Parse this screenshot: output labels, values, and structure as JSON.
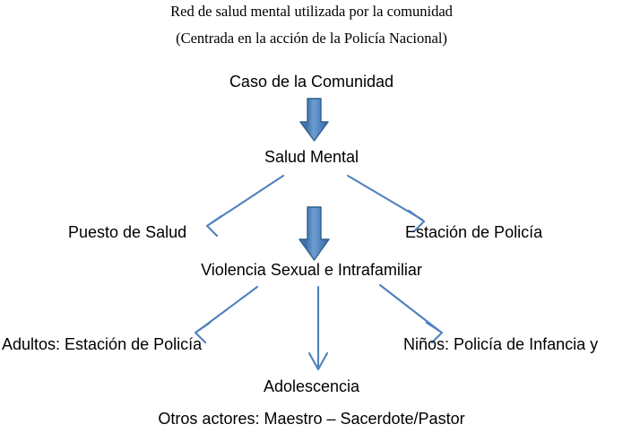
{
  "title": {
    "line1": "Red de salud mental utilizada por la comunidad",
    "line2": "(Centrada en la acción de la Policía Nacional)"
  },
  "colors": {
    "block_arrow_fill": "#4a7ebb",
    "block_arrow_fill_light": "#6d9dd1",
    "block_arrow_stroke": "#2e5f8a",
    "line_arrow": "#4f81bd",
    "text": "#000000",
    "background": "#ffffff"
  },
  "nodes": {
    "caso": "Caso de la Comunidad",
    "salud_mental": "Salud Mental",
    "puesto_salud": "Puesto de Salud",
    "estacion_policia": "Estación de Policía",
    "violencia": "Violencia Sexual e Intrafamiliar",
    "adultos": "Adultos: Estación de Policía",
    "ninos": "Niños: Policía de Infancia y",
    "adolescencia": "Adolescencia",
    "otros_actores": "Otros actores: Maestro – Sacerdote/Pastor"
  },
  "connectors": [
    {
      "name": "block-arrow-caso-to-salud",
      "kind": "block-arrow",
      "direction": "down",
      "from": "caso",
      "to": "salud_mental"
    },
    {
      "name": "arrow-salud-to-puesto",
      "kind": "line-arrow",
      "direction": "down-left",
      "from": "salud_mental",
      "to": "puesto_salud"
    },
    {
      "name": "arrow-salud-to-estacion",
      "kind": "line-arrow",
      "direction": "down-right",
      "from": "salud_mental",
      "to": "estacion_policia"
    },
    {
      "name": "block-arrow-salud-to-violencia",
      "kind": "block-arrow",
      "direction": "down",
      "from": "salud_mental",
      "to": "violencia"
    },
    {
      "name": "arrow-violencia-to-adultos",
      "kind": "line-arrow",
      "direction": "down-left",
      "from": "violencia",
      "to": "adultos"
    },
    {
      "name": "arrow-violencia-to-adolescencia",
      "kind": "line-arrow",
      "direction": "down",
      "from": "violencia",
      "to": "adolescencia"
    },
    {
      "name": "arrow-violencia-to-ninos",
      "kind": "line-arrow",
      "direction": "down-right",
      "from": "violencia",
      "to": "ninos"
    }
  ]
}
